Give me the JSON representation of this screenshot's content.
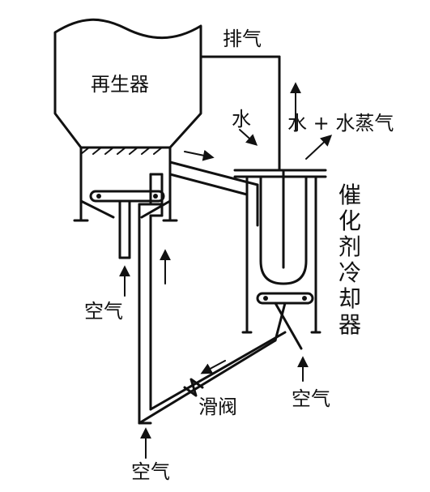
{
  "labels": {
    "regenerator": "再生器",
    "exhaust": "排气",
    "water": "水",
    "water_plus_steam": "水 + 水蒸气",
    "catalyst_cooler": [
      "催",
      "化",
      "剂",
      "冷",
      "却",
      "器"
    ],
    "air_left": "空气",
    "air_right": "空气",
    "air_bottom": "空气",
    "slide_valve": "滑阀"
  }
}
